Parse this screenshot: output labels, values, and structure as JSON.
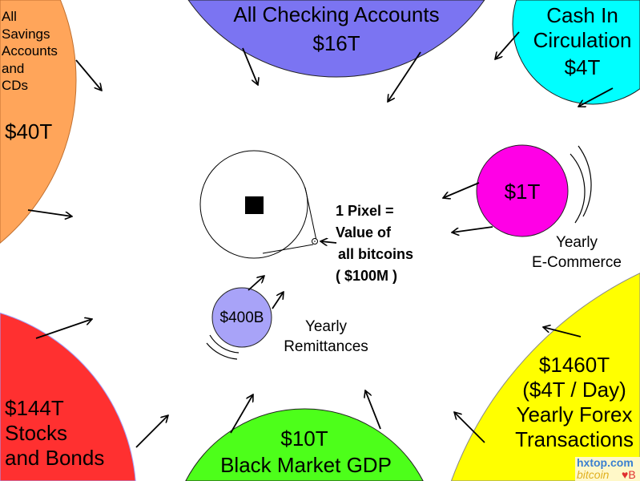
{
  "savings": {
    "label_lines": [
      "All",
      "Savings",
      "Accounts",
      "and",
      "CDs"
    ],
    "value": "$40T",
    "color": "#FFA55A"
  },
  "checking": {
    "label": "All  Checking  Accounts",
    "value": "$16T",
    "color": "#7B74F2"
  },
  "cash": {
    "label_lines": [
      "Cash  In",
      "Circulation"
    ],
    "value": "$4T",
    "color": "#00FFFF"
  },
  "ecommerce": {
    "value": "$1T",
    "label_lines": [
      "Yearly",
      "E-Commerce"
    ],
    "color": "#FF00E6"
  },
  "bitcoin": {
    "label_lines": [
      "1 Pixel =",
      "Value of",
      "all bitcoins",
      "( $100M )"
    ]
  },
  "remittances": {
    "value": "$400B",
    "label_lines": [
      "Yearly",
      "Remittances"
    ],
    "color": "#A8A3F8"
  },
  "stocks": {
    "value": "$144T",
    "label_lines": [
      "Stocks",
      "and  Bonds"
    ],
    "color": "#FF3030"
  },
  "black_market": {
    "value": "$10T",
    "label": "Black  Market  GDP",
    "color": "#4DFF1A"
  },
  "forex": {
    "value": "$1460T",
    "label_lines": [
      "($4T / Day)",
      "Yearly  Forex",
      "Transactions"
    ],
    "color": "#FFFF00"
  },
  "watermark": {
    "site": "hxtop.com",
    "brand": "bitcoin",
    "symbol": "♥B"
  }
}
